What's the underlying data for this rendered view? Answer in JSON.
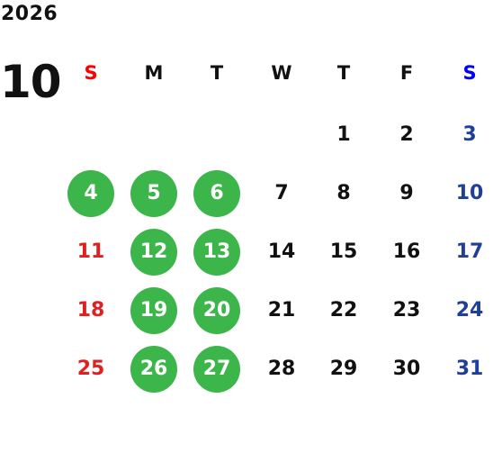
{
  "calendar": {
    "year": "2026",
    "month": "10",
    "weekdays": [
      {
        "label": "S",
        "color": "#ff0000"
      },
      {
        "label": "M",
        "color": "#111111"
      },
      {
        "label": "T",
        "color": "#111111"
      },
      {
        "label": "W",
        "color": "#111111"
      },
      {
        "label": "T",
        "color": "#111111"
      },
      {
        "label": "F",
        "color": "#111111"
      },
      {
        "label": "S",
        "color": "#0000ff"
      }
    ],
    "weeks": [
      [
        "",
        "",
        "",
        "",
        "1",
        "2",
        "3"
      ],
      [
        "4",
        "5",
        "6",
        "7",
        "8",
        "9",
        "10"
      ],
      [
        "11",
        "12",
        "13",
        "14",
        "15",
        "16",
        "17"
      ],
      [
        "18",
        "19",
        "20",
        "21",
        "22",
        "23",
        "24"
      ],
      [
        "25",
        "26",
        "27",
        "28",
        "29",
        "30",
        "31"
      ]
    ],
    "highlighted_days": [
      "4",
      "5",
      "6",
      "12",
      "13",
      "19",
      "20",
      "26",
      "27"
    ],
    "highlight_color": "#3cb54a",
    "sunday_color": "#e02020",
    "saturday_color": "#1f3f9a"
  }
}
